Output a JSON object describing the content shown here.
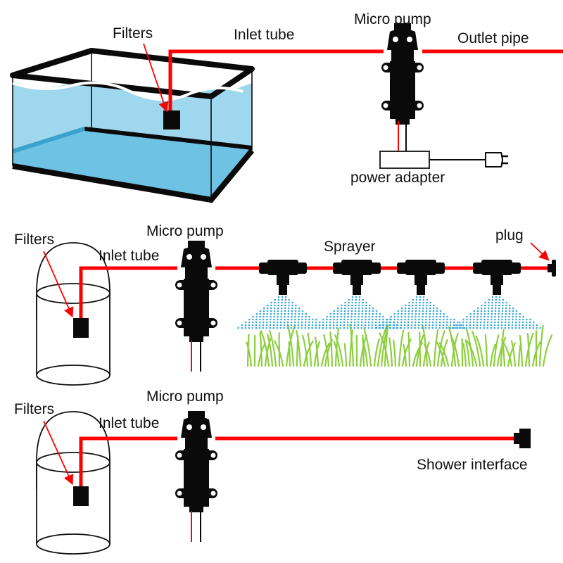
{
  "colors": {
    "tube": "#ff0000",
    "pump": "#0a0a0a",
    "water": "#9fd8ee",
    "water_dark": "#6ec2e4",
    "spray": "#3aa9d6",
    "grass": "#8ccf3e",
    "background": "#ffffff"
  },
  "panel1": {
    "filters_label": "Filters",
    "inlet_label": "Inlet tube",
    "pump_label": "Micro pump",
    "outlet_label": "Outlet pipe",
    "adapter_label": "power adapter"
  },
  "panel2": {
    "filters_label": "Filters",
    "inlet_label": "Inlet tube",
    "pump_label": "Micro pump",
    "sprayer_label": "Sprayer",
    "plug_label": "plug"
  },
  "panel3": {
    "filters_label": "Filters",
    "inlet_label": "Inlet tube",
    "pump_label": "Micro pump",
    "shower_label": "Shower interface"
  },
  "icons": {
    "pump": "diaphragm-pump-icon",
    "plug": "power-plug-icon",
    "sprayer": "tee-sprayer-icon",
    "filter": "filter-block-icon"
  }
}
